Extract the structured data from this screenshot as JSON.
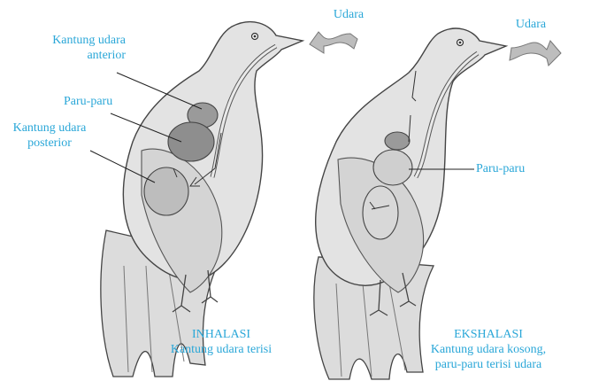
{
  "colors": {
    "label_text": "#2aa7d8",
    "bird_fill": "#d9d9d9",
    "bird_outline": "#444444",
    "organ_fill": "#9a9a9a",
    "air_arrow": "#9e9e9e"
  },
  "inhalation": {
    "air_label": "Udara",
    "anterior_sac_label_line1": "Kantung udara",
    "anterior_sac_label_line2": "anterior",
    "lungs_label": "Paru-paru",
    "posterior_sac_label_line1": "Kantung udara",
    "posterior_sac_label_line2": "posterior",
    "caption_title": "INHALASI",
    "caption_text": "Kantung udara terisi",
    "air_direction": "in"
  },
  "exhalation": {
    "air_label": "Udara",
    "lungs_label": "Paru-paru",
    "caption_title": "EKSHALASI",
    "caption_line1": "Kantung udara kosong,",
    "caption_line2": "paru-paru terisi udara",
    "air_direction": "out"
  }
}
